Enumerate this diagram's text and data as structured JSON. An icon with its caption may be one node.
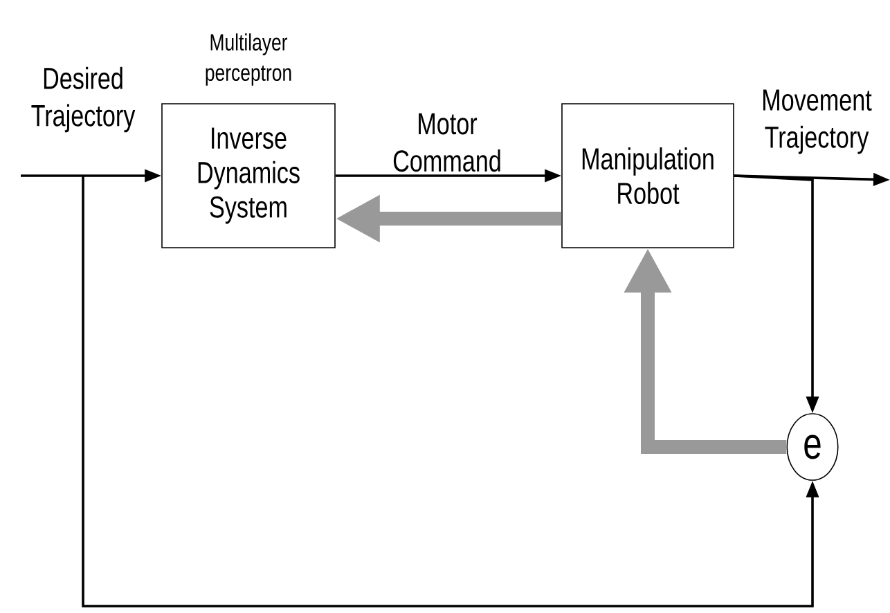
{
  "diagram": {
    "nodes": [
      {
        "text": [
          "Inverse Dynamics System"
        ],
        "beside": [
          "Multilayer perceptron"
        ]
      },
      {
        "text": [
          "Manipulation Robot"
        ]
      },
      {
        "text": [
          "e"
        ]
      }
    ],
    "edges": [
      {
        "from": null,
        "to": 0,
        "arrow": "to",
        "label": "Desired Trajectory"
      },
      {
        "from": 0,
        "to": 1,
        "arrow": "to",
        "label": "Motor Command"
      },
      {
        "from": 1,
        "to": null,
        "arrow": "to",
        "label": "Movement Trajectory"
      },
      {
        "from": 1,
        "to": 2,
        "arrow": "to"
      },
      {
        "from": null,
        "to": 2,
        "arrow": "to"
      },
      {
        "from": 2,
        "to": 1,
        "arrow": "to",
        "style": "thick",
        "color": "#999999"
      },
      {
        "from": 1,
        "to": 0,
        "arrow": "to",
        "style": "thick",
        "color": "#999999"
      }
    ]
  }
}
